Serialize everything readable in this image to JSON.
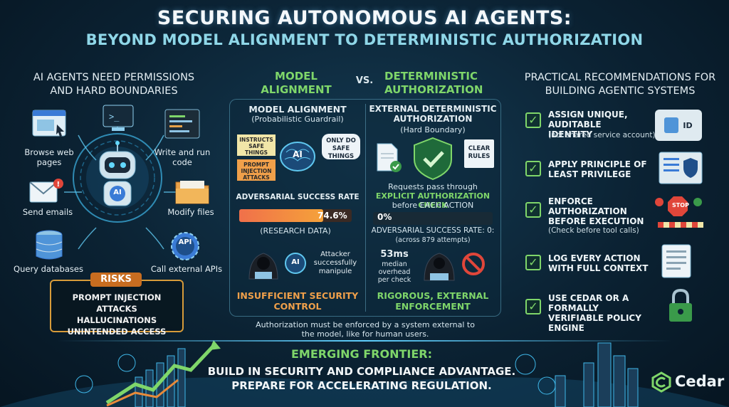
{
  "title": "SECURING AUTONOMOUS AI AGENTS:",
  "subtitle": "BEYOND MODEL ALIGNMENT TO DETERMINISTIC AUTHORIZATION",
  "left": {
    "heading": "AI AGENTS NEED PERMISSIONS AND HARD BOUNDARIES",
    "robot_badge": "AI",
    "capabilities": {
      "browse": "Browse web pages",
      "code": "Write and run code",
      "email": "Send emails",
      "files": "Modify files",
      "db": "Query databases",
      "api": "Call external APIs",
      "api_badge": "API"
    },
    "risks_label": "RISKS",
    "risks": [
      "PROMPT INJECTION ATTACKS",
      "HALLUCINATIONS",
      "UNINTENDED ACCESS"
    ]
  },
  "middle": {
    "head_left": "MODEL ALIGNMENT",
    "vs": "VS.",
    "head_right": "DETERMINISTIC AUTHORIZATION",
    "alignment": {
      "title": "MODEL ALIGNMENT",
      "subtitle": "(Probabilistic Guardrail)",
      "note1": "INSTRUCTS SAFE THINGS",
      "note2": "PROMPT INJECTION ATTACKS",
      "bubble": "ONLY DO SAFE THINGS",
      "brain_badge": "AI",
      "rate_label": "ADVERSARIAL SUCCESS RATE",
      "rate_value": "74.6%",
      "rate_fraction": 0.746,
      "rate_source": "(RESEARCH DATA)",
      "attacker_text": "Attacker successfully manipule",
      "attacker_badge": "AI",
      "verdict": "INSUFFICIENT SECURITY CONTROL"
    },
    "authorization": {
      "title": "EXTERNAL DETERMINISTIC AUTHORIZATION",
      "subtitle": "(Hard Boundary)",
      "rules": "CLEAR RULES",
      "pass_1": "Requests pass through",
      "pass_2": "EXPLICIT AUTHORIZATION CHECK",
      "pass_3": "before EACH ACTION",
      "rate_value": "0%",
      "rate_label": "ADVERSARIAL SUCCESS RATE: 0:",
      "rate_attempts": "(across 879 attempts)",
      "latency_value": "53ms",
      "latency_label": "median overhead per check",
      "verdict": "RIGOROUS, EXTERNAL ENFORCEMENT"
    },
    "footnote": "Authorization must be enforced by a system external to the model, like for human users."
  },
  "right": {
    "heading": "PRACTICAL RECOMMENDATIONS FOR BUILDING AGENTIC SYSTEMS",
    "items": [
      {
        "text": "ASSIGN UNIQUE, AUDITABLE IDENTITY",
        "sub": "(not shared service account)"
      },
      {
        "text": "APPLY PRINCIPLE OF LEAST PRIVILEGE",
        "sub": ""
      },
      {
        "text": "ENFORCE AUTHORIZATION BEFORE EXECUTION",
        "sub": "(Check before tool calls)"
      },
      {
        "text": "LOG EVERY ACTION WITH FULL CONTEXT",
        "sub": ""
      },
      {
        "text": "USE CEDAR OR A FORMALLY VERIFIABLE POLICY ENGINE",
        "sub": ""
      }
    ],
    "id_badge": "ID",
    "stop_sign": "STOP"
  },
  "bottom": {
    "heading": "EMERGING FRONTIER:",
    "line1": "BUILD IN SECURITY AND COMPLIANCE ADVANTAGE.",
    "line2": "PREPARE FOR ACCELERATING REGULATION.",
    "brand": "Cedar"
  },
  "colors": {
    "accent_cyan": "#5fd0ff",
    "green": "#7fd66a",
    "orange": "#e88a3a",
    "red": "#e0463a"
  }
}
